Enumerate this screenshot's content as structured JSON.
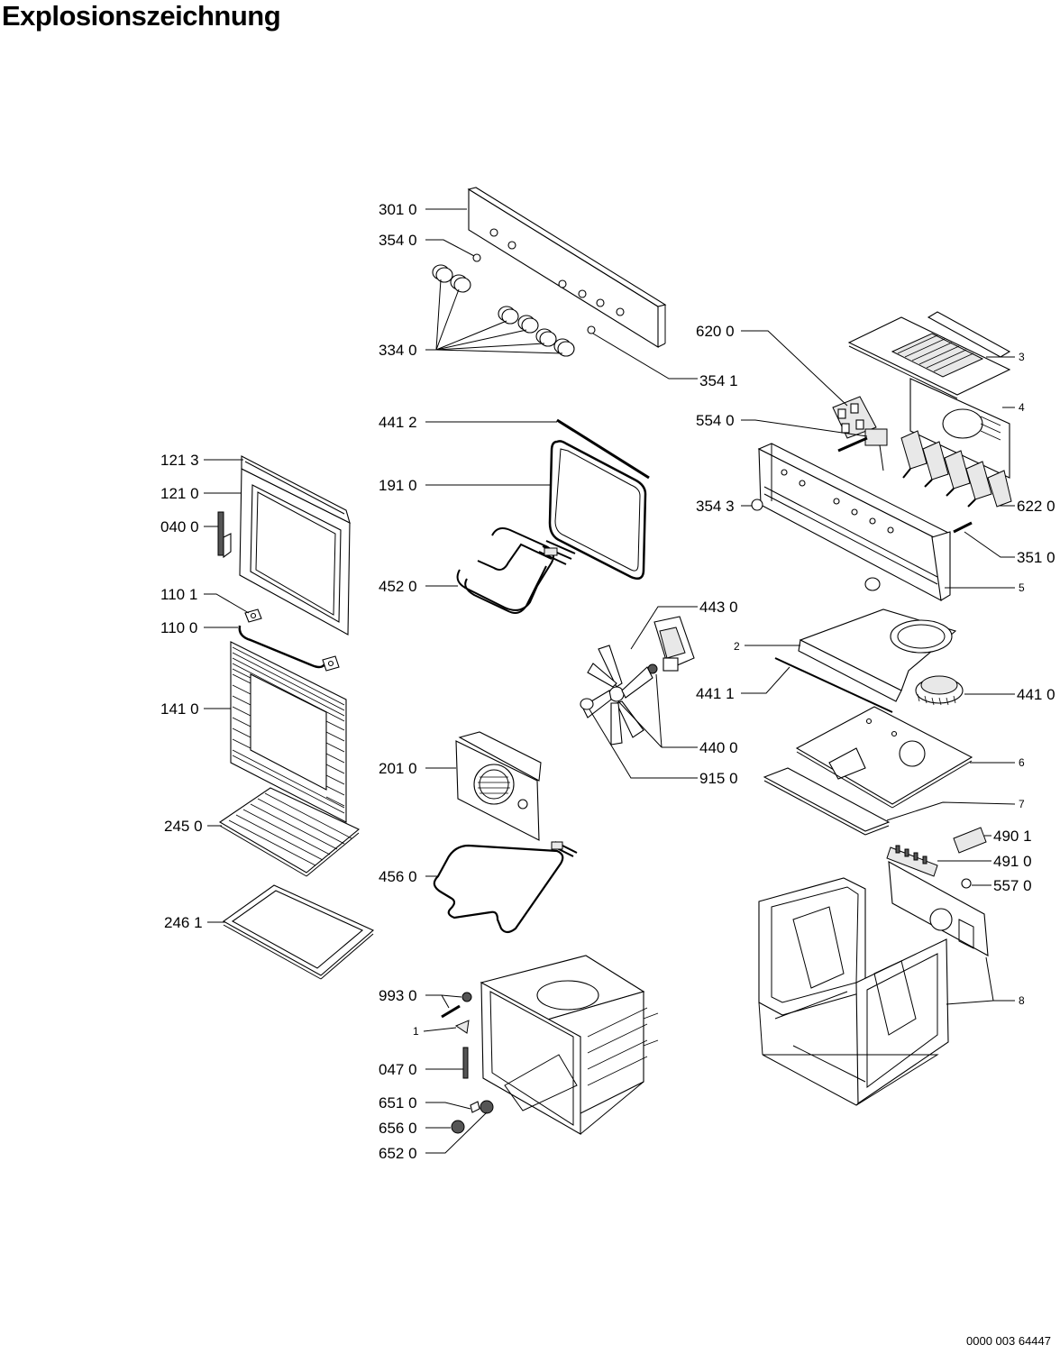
{
  "title": "Explosionszeichnung",
  "document_number": "0000 003 64447",
  "parts": {
    "p3010": "301 0",
    "p3540": "354 0",
    "p3340": "334 0",
    "p3541": "354 1",
    "p4412": "441 2",
    "p1910": "191 0",
    "p4520": "452 0",
    "p1213": "121 3",
    "p1210": "121 0",
    "p0400": "040 0",
    "p1101": "110 1",
    "p1100": "110 0",
    "p1410": "141 0",
    "p2450": "245 0",
    "p2461": "246 1",
    "p6200": "620 0",
    "p5540": "554 0",
    "p3543": "354 3",
    "p6220": "622 0",
    "p3510": "351 0",
    "p4430": "443 0",
    "p4411": "441 1",
    "p4410": "441 0",
    "p4400": "440 0",
    "p9150": "915 0",
    "p2010": "201 0",
    "p4560": "456 0",
    "p4901": "490 1",
    "p4910": "491 0",
    "p5570": "557 0",
    "p9930": "993 0",
    "p0470": "047 0",
    "p6510": "651 0",
    "p6560": "656 0",
    "p6520": "652 0",
    "n1": "1",
    "n2": "2",
    "n3": "3",
    "n4": "4",
    "n5": "5",
    "n6": "6",
    "n7": "7",
    "n8": "8"
  }
}
